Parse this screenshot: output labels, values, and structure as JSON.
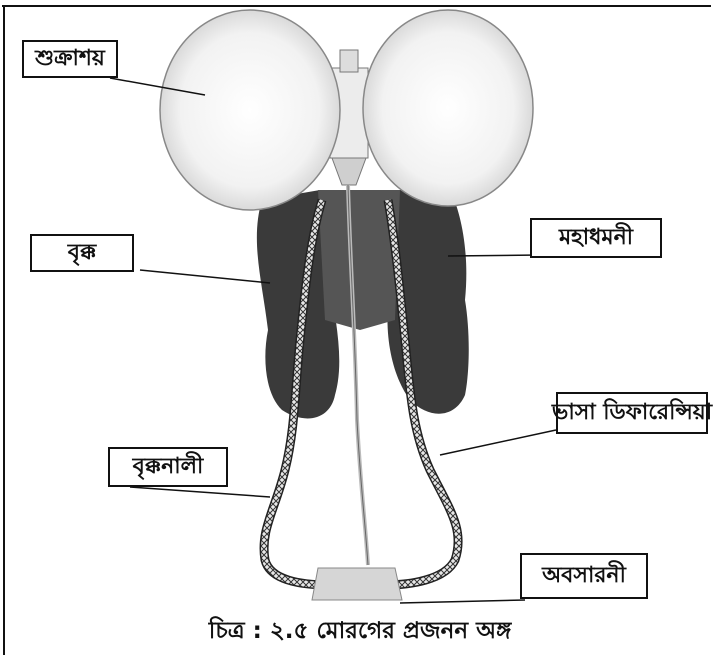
{
  "figure": {
    "caption": "চিত্র : ২.৫ মোরগের প্রজনন অঙ্গ",
    "labels": {
      "testis": "শুক্রাশয়",
      "kidney": "বৃক্ক",
      "aorta": "মহাধমনী",
      "vas_deferens": "ভাসা ডিফারেন্সিয়া",
      "ureter": "বৃক্কনালী",
      "cloaca": "অবসারনী"
    }
  }
}
